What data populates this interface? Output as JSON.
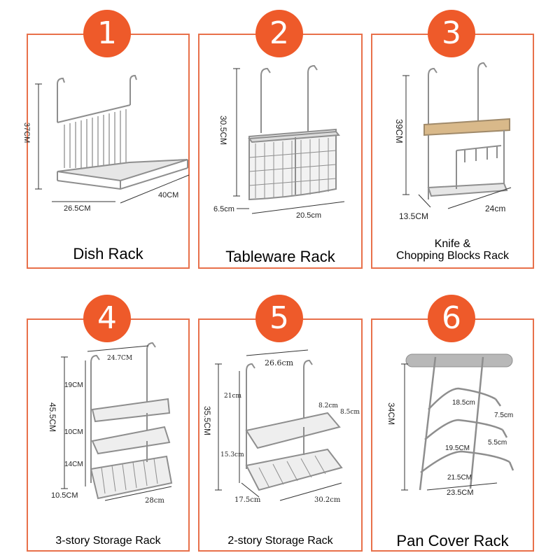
{
  "products": [
    {
      "number": "1",
      "title": "Dish Rack",
      "dimensions": {
        "height": "37CM",
        "depth": "26.5CM",
        "width": "40CM"
      }
    },
    {
      "number": "2",
      "title": "Tableware Rack",
      "dimensions": {
        "height": "30.5CM",
        "depth": "6.5cm",
        "width": "20.5cm"
      }
    },
    {
      "number": "3",
      "title_line1": "Knife &",
      "title_line2": "Chopping Blocks Rack",
      "dimensions": {
        "height": "39CM",
        "depth": "13.5CM",
        "width": "24cm"
      }
    },
    {
      "number": "4",
      "title": "3-story Storage Rack",
      "dimensions": {
        "top_width": "24.7CM",
        "total_height": "45.5CM",
        "tier1": "19CM",
        "tier2": "10CM",
        "tier3": "14CM",
        "depth": "10.5CM",
        "width": "28cm"
      }
    },
    {
      "number": "5",
      "title": "2-story Storage Rack",
      "dimensions": {
        "top_width": "26.6cm",
        "total_height": "35.5CM",
        "upper": "21cm",
        "lower": "15.3cm",
        "shelf_a": "8.2cm",
        "shelf_b": "8.5cm",
        "depth": "17.5cm",
        "width": "30.2cm"
      }
    },
    {
      "number": "6",
      "title": "Pan Cover Rack",
      "dimensions": {
        "height": "34CM",
        "arm1": "18.5cm",
        "gap1": "7.5cm",
        "arm2": "19.5CM",
        "gap2": "5.5cm",
        "arm3": "21.5CM",
        "base": "23.5CM"
      }
    }
  ],
  "colors": {
    "accent": "#ee5a2a",
    "border": "#e8704a",
    "metal": "#9a9a9a"
  }
}
